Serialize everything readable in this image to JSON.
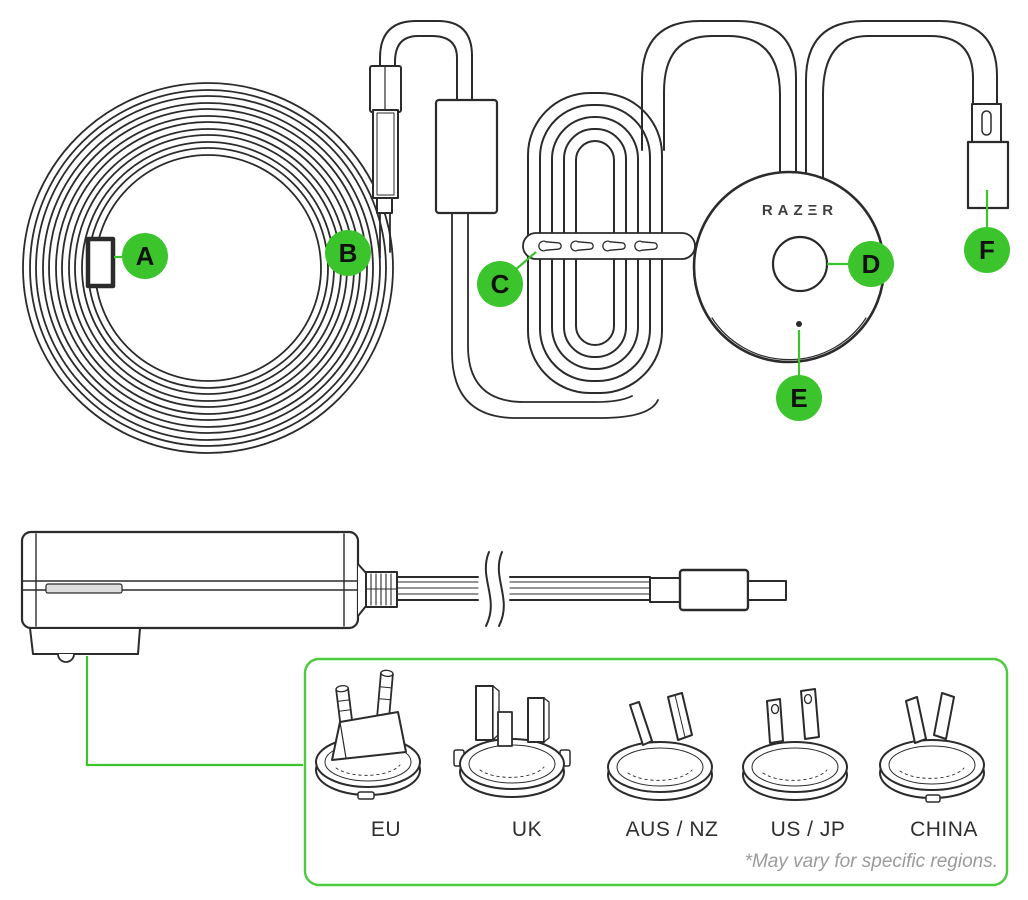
{
  "callouts": {
    "a": "A",
    "b": "B",
    "c": "C",
    "d": "D",
    "e": "E",
    "f": "F"
  },
  "device": {
    "logo_text": "RAZΞR"
  },
  "plug_box": {
    "regions": [
      "EU",
      "UK",
      "AUS / NZ",
      "US / JP",
      "CHINA"
    ],
    "footnote": "*May vary for specific regions."
  },
  "colors": {
    "accent_green": "#3cc42c",
    "box_green": "#4ccb3c",
    "line_dark": "#2b2b2b",
    "footnote_gray": "#9b9b9b"
  }
}
